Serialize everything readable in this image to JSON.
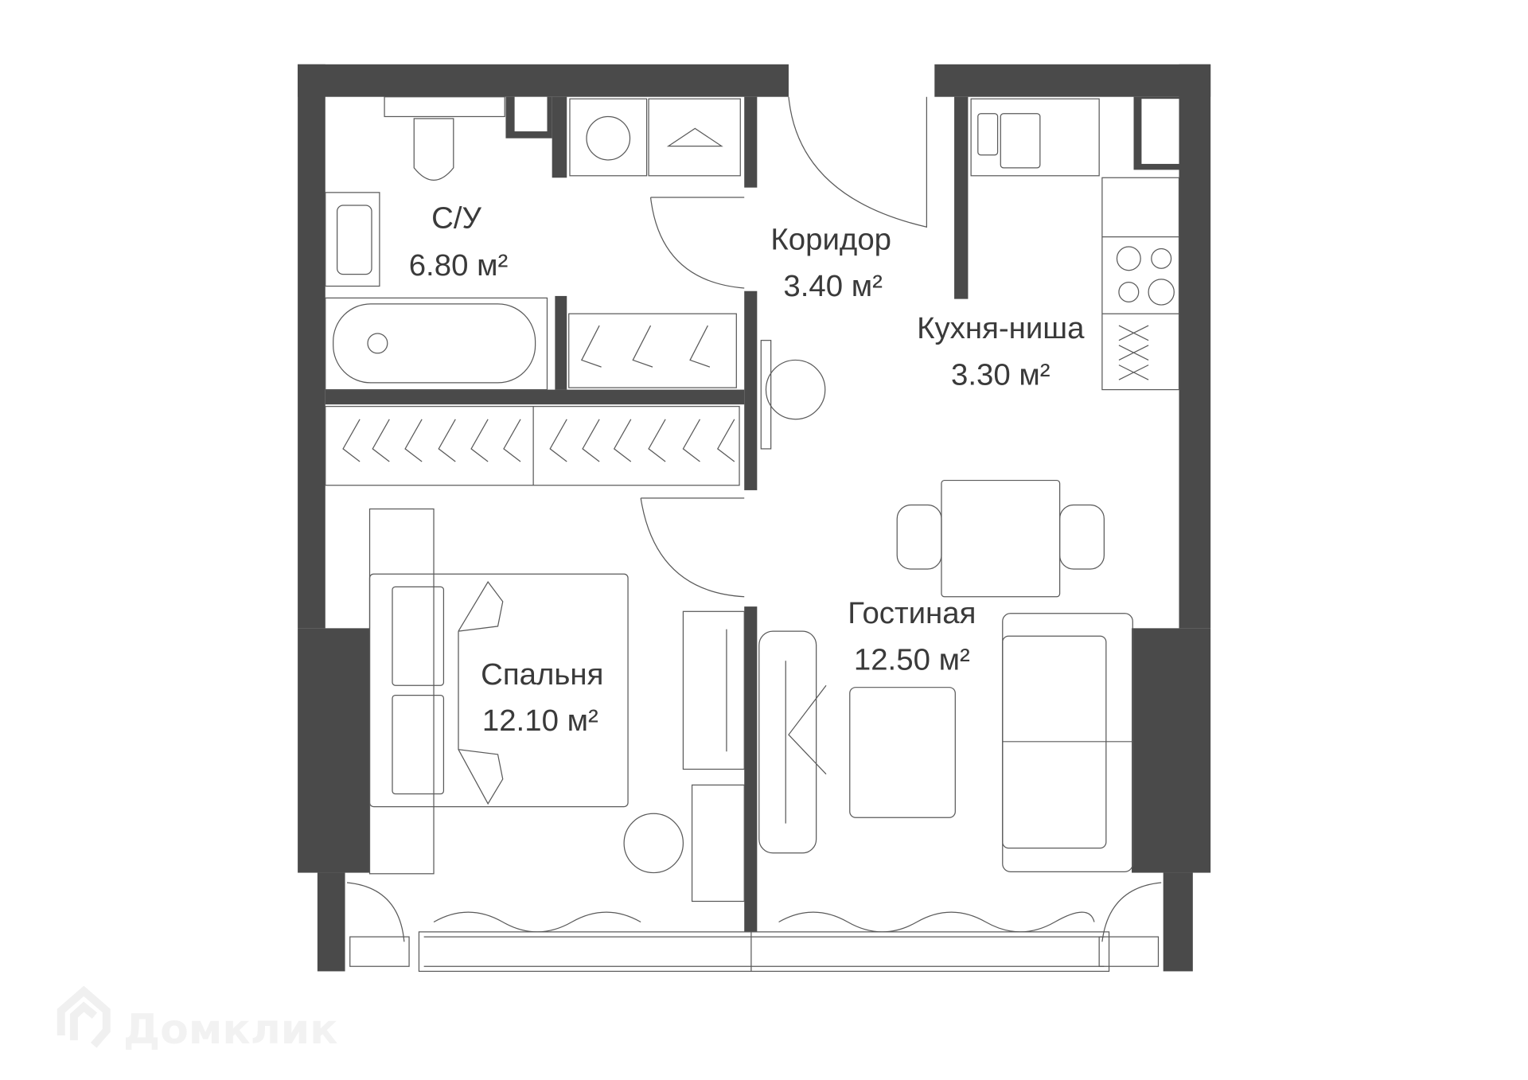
{
  "rooms": [
    {
      "name": "С/У",
      "area": "6.80 м²"
    },
    {
      "name": "Коридор",
      "area": "3.40 м²"
    },
    {
      "name": "Кухня-ниша",
      "area": "3.30 м²"
    },
    {
      "name": "Гостиная",
      "area": "12.50 м²"
    },
    {
      "name": "Спальня",
      "area": "12.10 м²"
    }
  ],
  "watermark": "Домклик",
  "colors": {
    "wall": "#4a4a4a",
    "line": "#5a5a5a",
    "background": "#ffffff"
  }
}
